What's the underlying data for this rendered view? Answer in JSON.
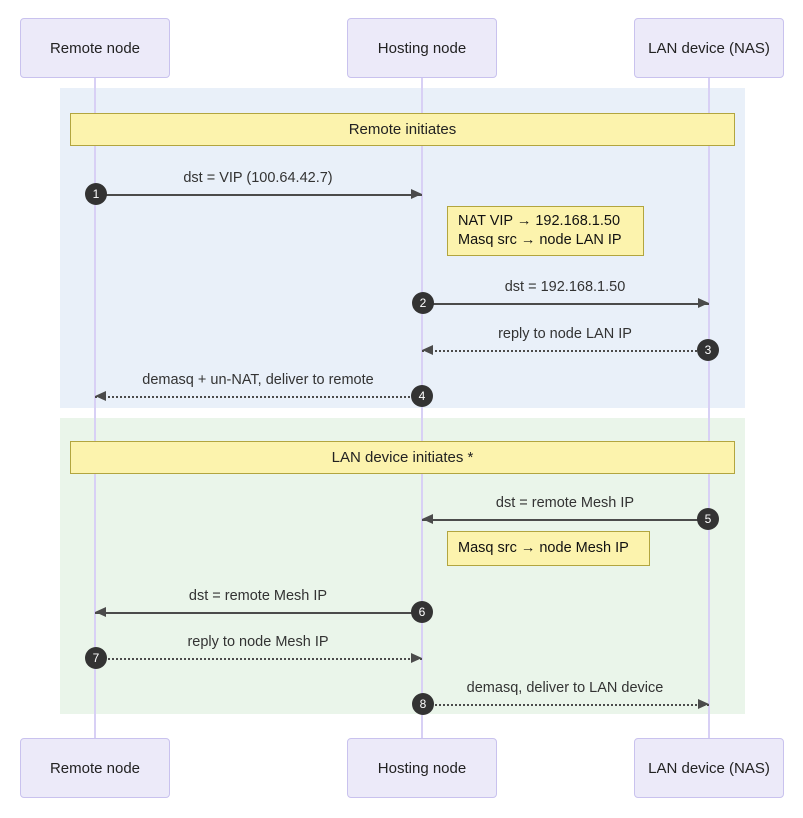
{
  "diagram": {
    "type": "sequence-diagram",
    "title": "",
    "colors": {
      "participant_fill": "#eceaf9",
      "participant_border": "#c9c2ee",
      "lifeline": "#d8d0f5",
      "section_blue": "#e9f0f9",
      "section_green": "#eaf5ea",
      "note_fill": "#fcf3ad",
      "note_border": "#b2a53f",
      "arrow": "#4b4b4b",
      "seqnum_fill": "#333333",
      "seqnum_text": "#ffffff"
    }
  },
  "participants": [
    {
      "id": "remote",
      "label": "Remote node"
    },
    {
      "id": "hosting",
      "label": "Hosting node"
    },
    {
      "id": "lan",
      "label": "LAN device (NAS)"
    }
  ],
  "participants_bottom": [
    {
      "id": "remote",
      "label": "Remote node"
    },
    {
      "id": "hosting",
      "label": "Hosting node"
    },
    {
      "id": "lan",
      "label": "LAN device (NAS)"
    }
  ],
  "sections": [
    {
      "id": "remote-initiates",
      "label": "Remote initiates",
      "tone": "blue"
    },
    {
      "id": "lan-device-initiates",
      "label": "LAN device initiates *",
      "tone": "green"
    }
  ],
  "messages": [
    {
      "num": "1",
      "label": "dst = VIP (100.64.42.7)",
      "from": "remote",
      "to": "hosting",
      "style": "solid",
      "dir": "right"
    },
    {
      "num": "2",
      "label": "dst = 192.168.1.50",
      "from": "hosting",
      "to": "lan",
      "style": "solid",
      "dir": "right"
    },
    {
      "num": "3",
      "label": "reply to node LAN IP",
      "from": "lan",
      "to": "hosting",
      "style": "dotted",
      "dir": "left"
    },
    {
      "num": "4",
      "label": "demasq + un-NAT, deliver to remote",
      "from": "hosting",
      "to": "remote",
      "style": "dotted",
      "dir": "left"
    },
    {
      "num": "5",
      "label": "dst = remote Mesh IP",
      "from": "lan",
      "to": "hosting",
      "style": "solid",
      "dir": "left"
    },
    {
      "num": "6",
      "label": "dst = remote Mesh IP",
      "from": "hosting",
      "to": "remote",
      "style": "solid",
      "dir": "left"
    },
    {
      "num": "7",
      "label": "reply to node Mesh IP",
      "from": "remote",
      "to": "hosting",
      "style": "dotted",
      "dir": "right"
    },
    {
      "num": "8",
      "label": "demasq, deliver to LAN device",
      "from": "hosting",
      "to": "lan",
      "style": "dotted",
      "dir": "right"
    }
  ],
  "notes": [
    {
      "id": "note-nat",
      "over": "hosting",
      "lines": [
        "NAT VIP → 192.168.1.50",
        "Masq src → node LAN IP"
      ],
      "line1": "NAT VIP → 192.168.1.50",
      "line2": "Masq src → node LAN IP"
    },
    {
      "id": "note-masq",
      "over": "hosting",
      "lines": [
        "Masq src → node Mesh IP"
      ],
      "line1": "Masq src → node Mesh IP",
      "line2": ""
    }
  ]
}
